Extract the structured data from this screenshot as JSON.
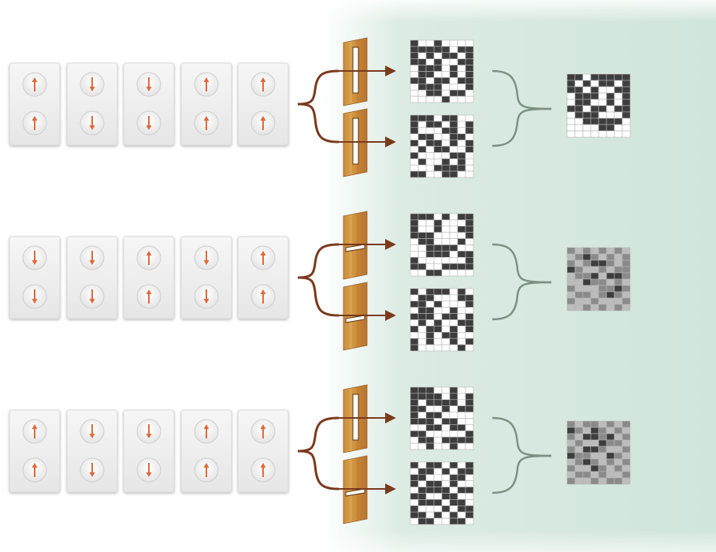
{
  "colors": {
    "background_left": "#ffffff",
    "background_right": "#d3e7de",
    "card_face": "#f1f1f1",
    "dial_face": "#fbfbfb",
    "arrow": "#e0693a",
    "brace_left": "#7a3a1c",
    "brace_right": "#7c9184",
    "wood_light": "#d9a24a",
    "wood_dark": "#a9692b",
    "cell_dark": "#3d3d3d",
    "cell_mid": "#8a8a8a",
    "cell_light": "#bcbcbc",
    "cell_white": "#ffffff",
    "grid_line": "#b6b6b6"
  },
  "rows": [
    {
      "pairs": [
        {
          "top": "up",
          "bottom": "up"
        },
        {
          "top": "down",
          "bottom": "down"
        },
        {
          "top": "down",
          "bottom": "down"
        },
        {
          "top": "up",
          "bottom": "up"
        },
        {
          "top": "up",
          "bottom": "up"
        }
      ],
      "slit": "vertical",
      "pattern_a": [
        "21121111",
        "22222122",
        "21212212",
        "22121122",
        "12221212",
        "12211212",
        "22122122",
        "12221112",
        "11221221",
        "11112111"
      ],
      "pattern_b": [
        "22212211",
        "21221212",
        "21112212",
        "12211221",
        "21221212",
        "12122112",
        "21111221",
        "12112121",
        "11122221",
        "22112211"
      ],
      "combined": [
        "22122222",
        "21212212",
        "22121122",
        "12221212",
        "12211212",
        "22122122",
        "12221112",
        "11222221",
        "11112211",
        "11111111"
      ]
    },
    {
      "pairs": [
        {
          "top": "down",
          "bottom": "down"
        },
        {
          "top": "down",
          "bottom": "down"
        },
        {
          "top": "up",
          "bottom": "up"
        },
        {
          "top": "down",
          "bottom": "down"
        },
        {
          "top": "up",
          "bottom": "up"
        }
      ],
      "slit": "horizontal",
      "pattern_a": [
        "22212122",
        "21121112",
        "21121122",
        "22211112",
        "12211121",
        "11222211",
        "11222122",
        "21111112",
        "22112222",
        "11221111"
      ],
      "pattern_b": [
        "21222121",
        "12211122",
        "22121112",
        "12211211",
        "22212212",
        "12121122",
        "21221212",
        "11212211",
        "21211212",
        "21111121"
      ],
      "combined": [
        "43434343",
        "34243434",
        "43422434",
        "24334344",
        "34423224",
        "33244343",
        "43334424",
        "34434243",
        "43343334",
        "33434343"
      ]
    },
    {
      "pairs": [
        {
          "top": "up",
          "bottom": "up"
        },
        {
          "top": "down",
          "bottom": "down"
        },
        {
          "top": "down",
          "bottom": "down"
        },
        {
          "top": "up",
          "bottom": "up"
        },
        {
          "top": "up",
          "bottom": "up"
        }
      ],
      "slit": "mixed",
      "pattern_a": [
        "22211211",
        "22221212",
        "21222212",
        "22112122",
        "21221111",
        "22212211",
        "11221221",
        "22111112",
        "12212222",
        "11211211"
      ],
      "pattern_b": [
        "21221212",
        "12212122",
        "22111221",
        "21221211",
        "12222122",
        "22112211",
        "12221221",
        "21112122",
        "22121212",
        "12211221"
      ],
      "combined": [
        "43443434",
        "24324343",
        "43224234",
        "34332443",
        "43224334",
        "24433243",
        "34243434",
        "43324343",
        "34434334",
        "43343443"
      ]
    }
  ]
}
